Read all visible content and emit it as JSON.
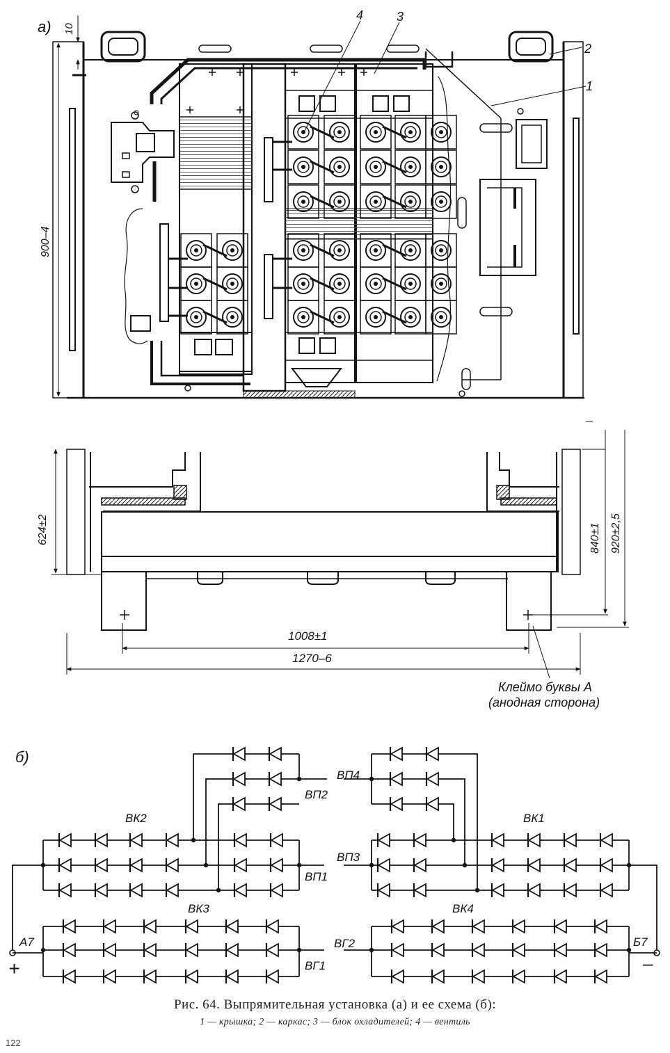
{
  "figure": {
    "panel_a_label": "а)",
    "panel_b_label": "б)",
    "dims_a": {
      "top_gap": "10",
      "height": "900–4",
      "side_height": "624±2",
      "h840": "840±1",
      "h920": "920±2,5",
      "width_inner": "1008±1",
      "width_outer": "1270–6"
    },
    "callouts": {
      "c1": "1",
      "c2": "2",
      "c3": "3",
      "c4": "4"
    },
    "stamp_line1": "Клеймо буквы А",
    "stamp_line2": "(анодная сторона)",
    "schematic": {
      "VK1": "ВК1",
      "VK2": "ВК2",
      "VK3": "ВК3",
      "VK4": "ВК4",
      "VP1": "ВП1",
      "VP2": "ВП2",
      "VP3": "ВП3",
      "VP4": "ВП4",
      "VG1": "ВГ1",
      "VG2": "ВГ2",
      "A7": "А7",
      "B7": "Б7",
      "plus": "+",
      "minus": "–"
    }
  },
  "caption": {
    "title": "Рис. 64. Выпрямительная установка (а) и ее схема (б):",
    "legend": "1 — крышка; 2 — каркас; 3 — блок охладителей; 4 — вентиль"
  },
  "page_number": "122"
}
